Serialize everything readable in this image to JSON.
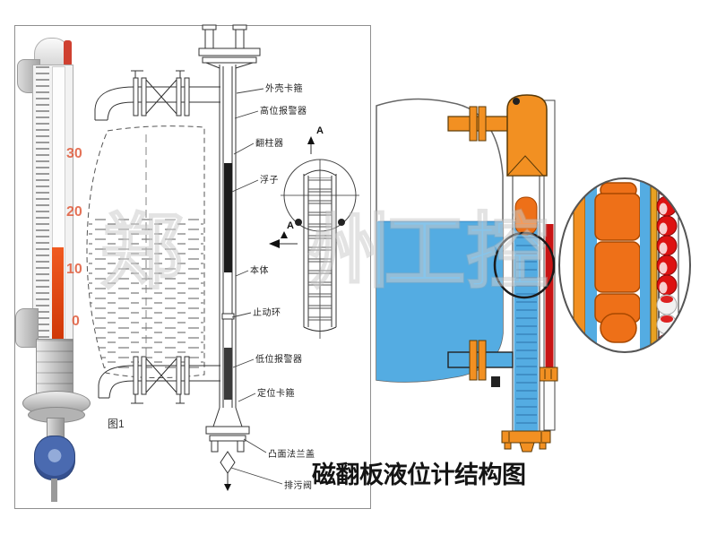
{
  "title": "磁翻板液位计结构图",
  "figure_caption": "图1",
  "section_label": "A",
  "photo_scale": {
    "ticks": [
      "30",
      "20",
      "10",
      "0"
    ]
  },
  "part_labels": [
    "外壳卡箍",
    "高位报警器",
    "翻柱器",
    "浮子",
    "本体",
    "止动环",
    "低位报警器",
    "定位卡箍",
    "凸面法兰盖",
    "排污阀"
  ],
  "watermark_chars": [
    "郑",
    "州",
    "工",
    "控"
  ],
  "colors": {
    "accent_orange": "#F29022",
    "liquid_blue": "#54ACE2",
    "indicator_red": "#C81414",
    "float_orange": "#EE7018",
    "ball_red": "#DD1111",
    "scale_number": "#E05A3A"
  }
}
